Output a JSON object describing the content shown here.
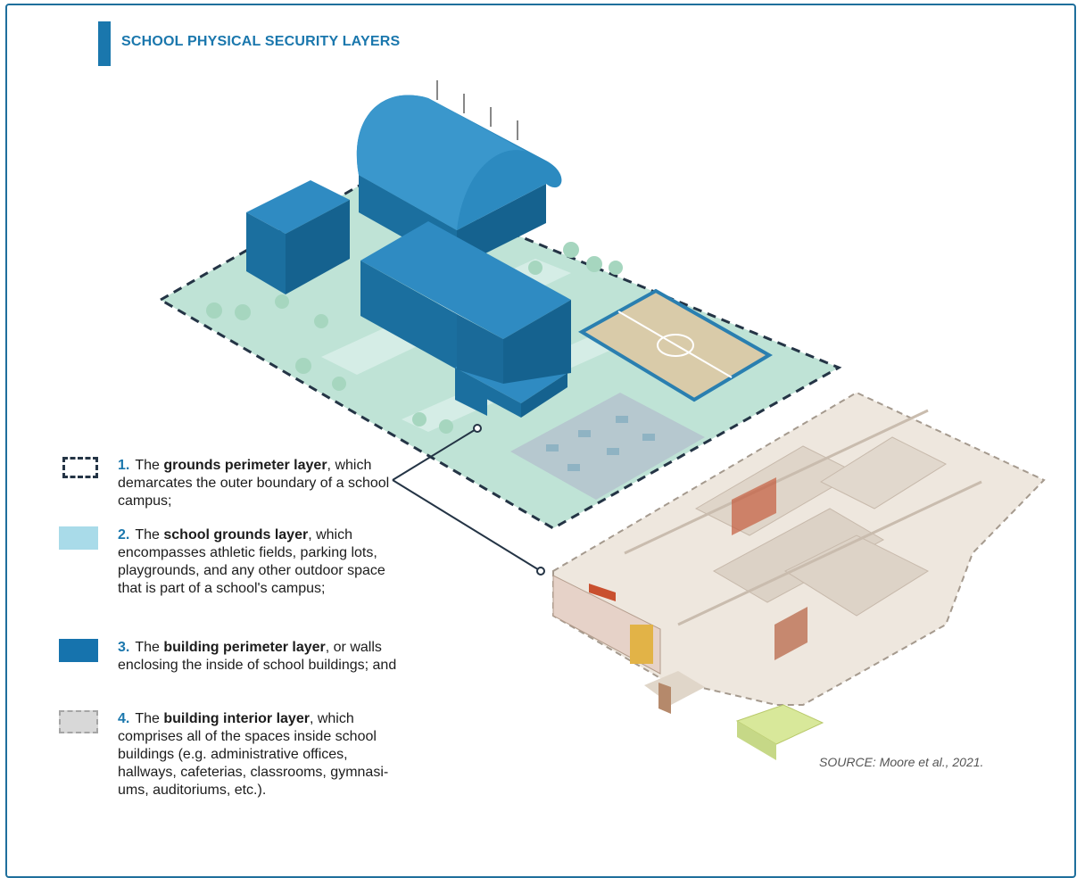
{
  "title": "SCHOOL PHYSICAL SECURITY LAYERS",
  "legend": [
    {
      "number": "1.",
      "pre": "The",
      "bold": "grounds perimeter layer",
      "post": ", which demarcates the outer boundary of a school campus;"
    },
    {
      "number": "2.",
      "pre": "The",
      "bold": "school grounds layer",
      "post": ", which encompasses athletic fields, parking lots, playgrounds, and any other outdoor space that is part of a school's campus;"
    },
    {
      "number": "3.",
      "pre": "The",
      "bold": "building perimeter layer",
      "post": ", or walls enclosing the inside of school buildings; and"
    },
    {
      "number": "4.",
      "pre": "The",
      "bold": "building interior layer",
      "post": ", which comprises all of the spaces inside school buildings (e.g. administrative offices, hallways, cafeterias, classrooms, gymnasi-ums, auditoriums, etc.)."
    }
  ],
  "source": "SOURCE: Moore et al., 2021.",
  "colors": {
    "accent": "#1a77ad",
    "grounds": "#a9dbe9",
    "building": "#1673ad",
    "interior": "#d8d8d8",
    "perimeter": "#243445"
  }
}
